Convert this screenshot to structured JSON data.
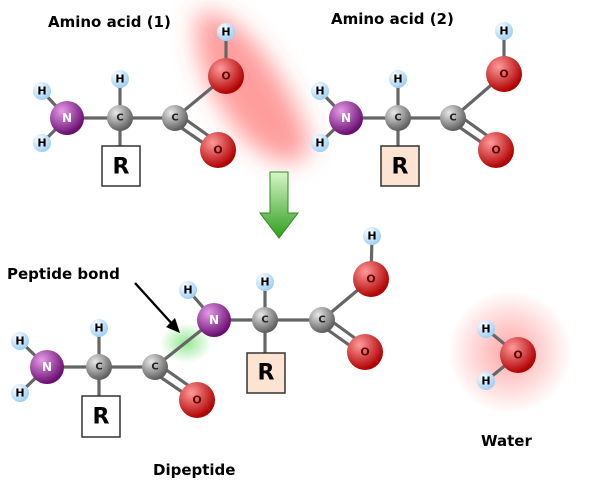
{
  "labels": {
    "amino_acid_1": "Amino acid (1)",
    "amino_acid_2": "Amino acid (2)",
    "peptide_bond": "Peptide bond",
    "dipeptide": "Dipeptide",
    "water": "Water"
  },
  "atoms": {
    "hydrogen": "H",
    "carbon": "C",
    "nitrogen": "N",
    "oxygen": "O",
    "r_group": "R"
  },
  "colors": {
    "hydrogen": "#bfe0ff",
    "carbon": "#8a8a8a",
    "nitrogen": "#8a1a8f",
    "oxygen": "#d40000",
    "r_group_plain": "#ffffff",
    "r_group_tinted": "#fde3d2",
    "arrow": "#3fae2a",
    "water_glow": "#ff6b6b",
    "bond_glow": "#7fe07f"
  }
}
